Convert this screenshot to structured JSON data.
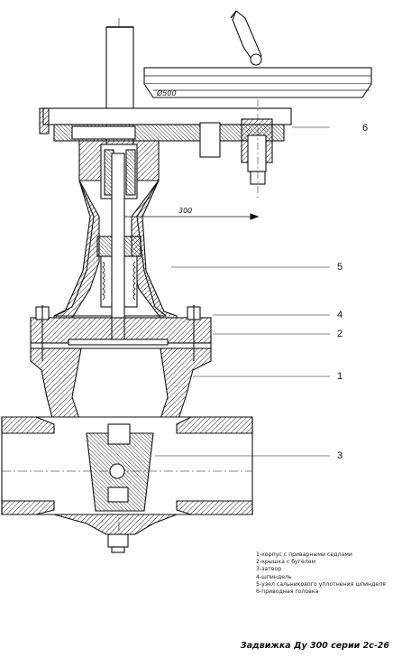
{
  "dimensions": {
    "handwheel_diameter": "Ø500",
    "lever_length": "300"
  },
  "callouts": [
    "6",
    "5",
    "4",
    "2",
    "1",
    "3"
  ],
  "legend": [
    "1-корпус с приварными седлами",
    "2-крышка с бугелем",
    "3-затвор",
    "4-шпиндель",
    "5-узел сальникового уплотнения шпинделя",
    "6-приводная головка"
  ],
  "caption": "Задвижка Ду 300 серии 2с-26"
}
